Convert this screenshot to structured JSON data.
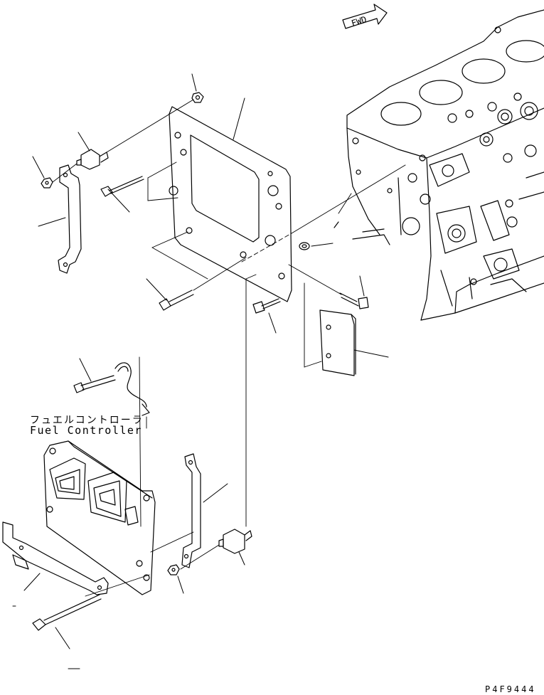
{
  "direction_marker": {
    "text": "FWD"
  },
  "component_label": {
    "japanese": "フュエルコントローラ",
    "english": "Fuel Controller"
  },
  "drawing_code": "P4F9444",
  "icons": [
    "fwd-arrow-icon",
    "engine-block",
    "mounting-plate",
    "fuel-controller",
    "bracket",
    "bolt",
    "nut",
    "sensor"
  ]
}
